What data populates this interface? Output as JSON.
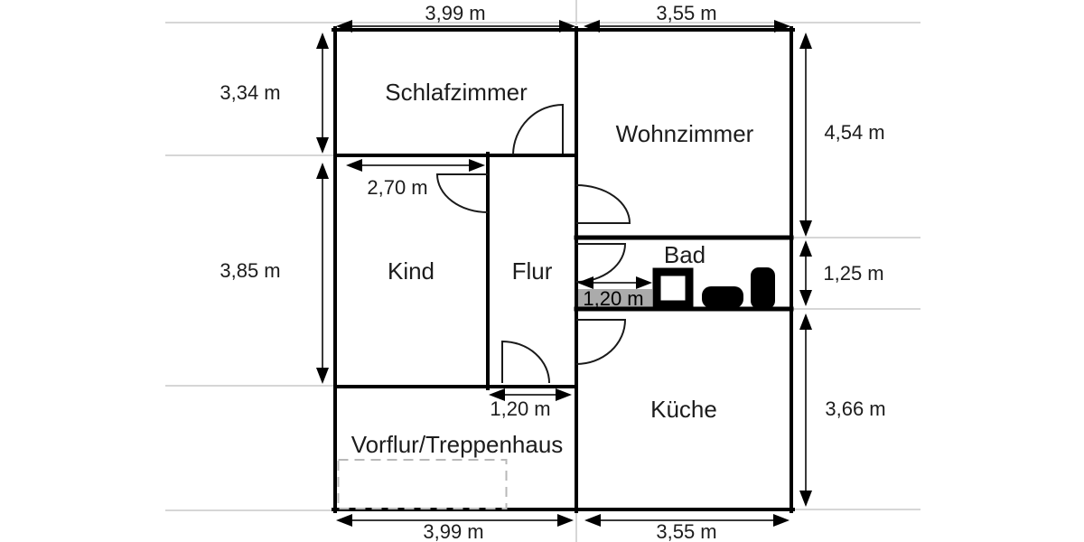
{
  "rooms": {
    "schlafzimmer": "Schlafzimmer",
    "wohnzimmer": "Wohnzimmer",
    "kind": "Kind",
    "flur": "Flur",
    "bad": "Bad",
    "kueche": "Küche",
    "vorflur": "Vorflur/Treppenhaus"
  },
  "dimensions": {
    "top_left": "3,99 m",
    "top_right": "3,55 m",
    "left_upper": "3,34 m",
    "left_lower": "3,85 m",
    "right_upper": "4,54 m",
    "right_middle": "1,25 m",
    "right_lower": "3,66 m",
    "kind_width": "2,70 m",
    "bad_passage_width": "1,20 m",
    "flur_exit_width": "1,20 m",
    "bottom_left": "3,99 m",
    "bottom_right": "3,55 m"
  },
  "colors": {
    "wall": "#000000",
    "gridline": "#d6d6d6",
    "passage_fill": "#ababab",
    "dashed_outline": "#b8b8b8",
    "text": "#1c1c1c"
  }
}
